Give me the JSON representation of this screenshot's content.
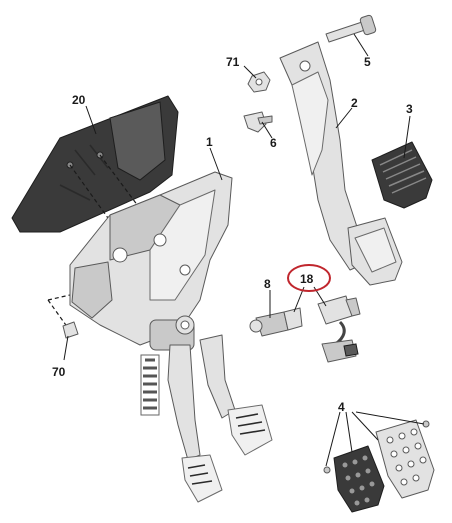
{
  "diagram": {
    "callouts": [
      {
        "id": "c1",
        "label": "1"
      },
      {
        "id": "c2",
        "label": "2"
      },
      {
        "id": "c3",
        "label": "3"
      },
      {
        "id": "c4",
        "label": "4"
      },
      {
        "id": "c5",
        "label": "5"
      },
      {
        "id": "c6",
        "label": "6"
      },
      {
        "id": "c8",
        "label": "8"
      },
      {
        "id": "c18",
        "label": "18"
      },
      {
        "id": "c20",
        "label": "20"
      },
      {
        "id": "c70",
        "label": "70"
      },
      {
        "id": "c71",
        "label": "71"
      }
    ],
    "highlight": {
      "callout": "18",
      "color": "#c0262d"
    },
    "colors": {
      "line": "#1a1a1a",
      "metal": "#e2e2e2",
      "rubber": "#3a3a3a"
    }
  }
}
